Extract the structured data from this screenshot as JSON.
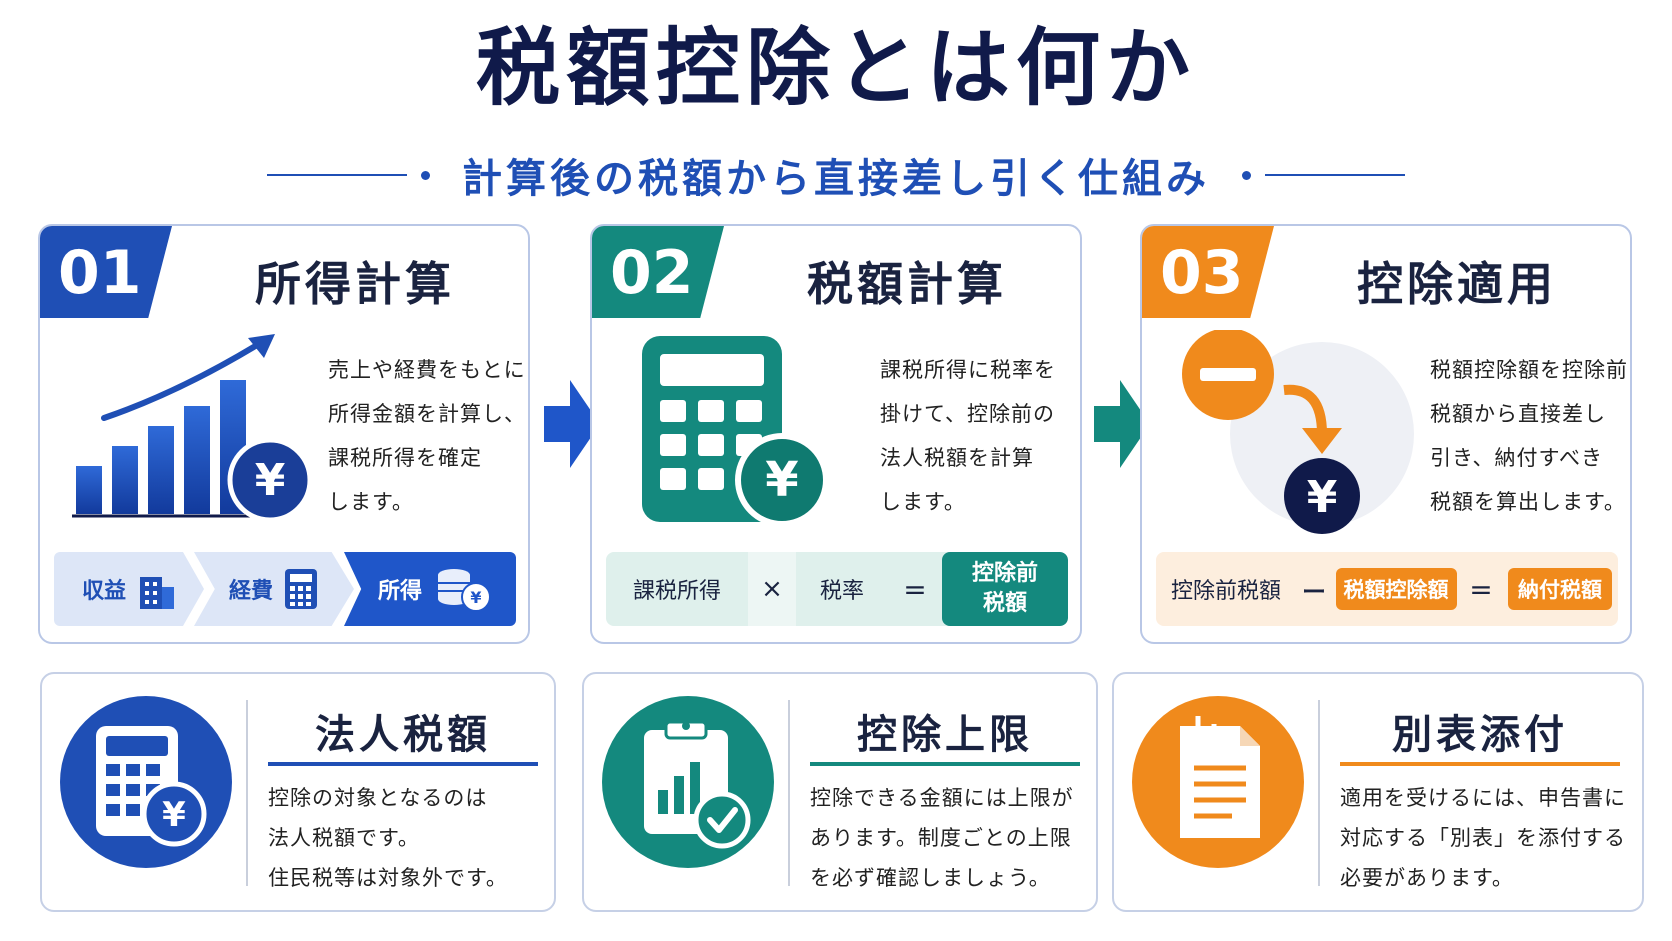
{
  "header": {
    "title": "税額控除とは何か",
    "subtitle": "計算後の税額から直接差し引く仕組み"
  },
  "colors": {
    "blue": "#1f4fb5",
    "teal": "#14897e",
    "orange": "#f08a1c",
    "navy": "#101a4a"
  },
  "steps": [
    {
      "number": "01",
      "title": "所得計算",
      "desc": [
        "売上や経費をもとに",
        "所得金額を計算し、",
        "課税所得を確定",
        "します。"
      ],
      "icon": "bar-chart-yen-icon",
      "flow": [
        "収益",
        "経費",
        "所得"
      ]
    },
    {
      "number": "02",
      "title": "税額計算",
      "desc": [
        "課税所得に税率を",
        "掛けて、控除前の",
        "法人税額を計算",
        "します。"
      ],
      "icon": "calculator-yen-icon",
      "formula": {
        "a": "課税所得",
        "op1": "×",
        "b": "税率",
        "op2": "=",
        "result": [
          "控除前",
          "税額"
        ]
      }
    },
    {
      "number": "03",
      "title": "控除適用",
      "desc": [
        "税額控除額を控除前",
        "税額から直接差し",
        "引き、納付すべき",
        "税額を算出します。"
      ],
      "icon": "minus-yen-icon",
      "formula": {
        "a": "控除前税額",
        "op1": "ー",
        "b": "税額控除額",
        "op2": "=",
        "result": "納付税額"
      }
    }
  ],
  "info": [
    {
      "title": "法人税額",
      "desc": [
        "控除の対象となるのは",
        "法人税額です。",
        "住民税等は対象外です。"
      ],
      "icon": "calculator-yen-icon"
    },
    {
      "title": "控除上限",
      "desc": [
        "控除できる金額には上限が",
        "あります。制度ごとの上限",
        "を必ず確認しましょう。"
      ],
      "icon": "clipboard-check-icon"
    },
    {
      "title": "別表添付",
      "desc": [
        "適用を受けるには、申告書に",
        "対応する「別表」を添付する",
        "必要があります。"
      ],
      "icon": "document-clip-icon"
    }
  ]
}
